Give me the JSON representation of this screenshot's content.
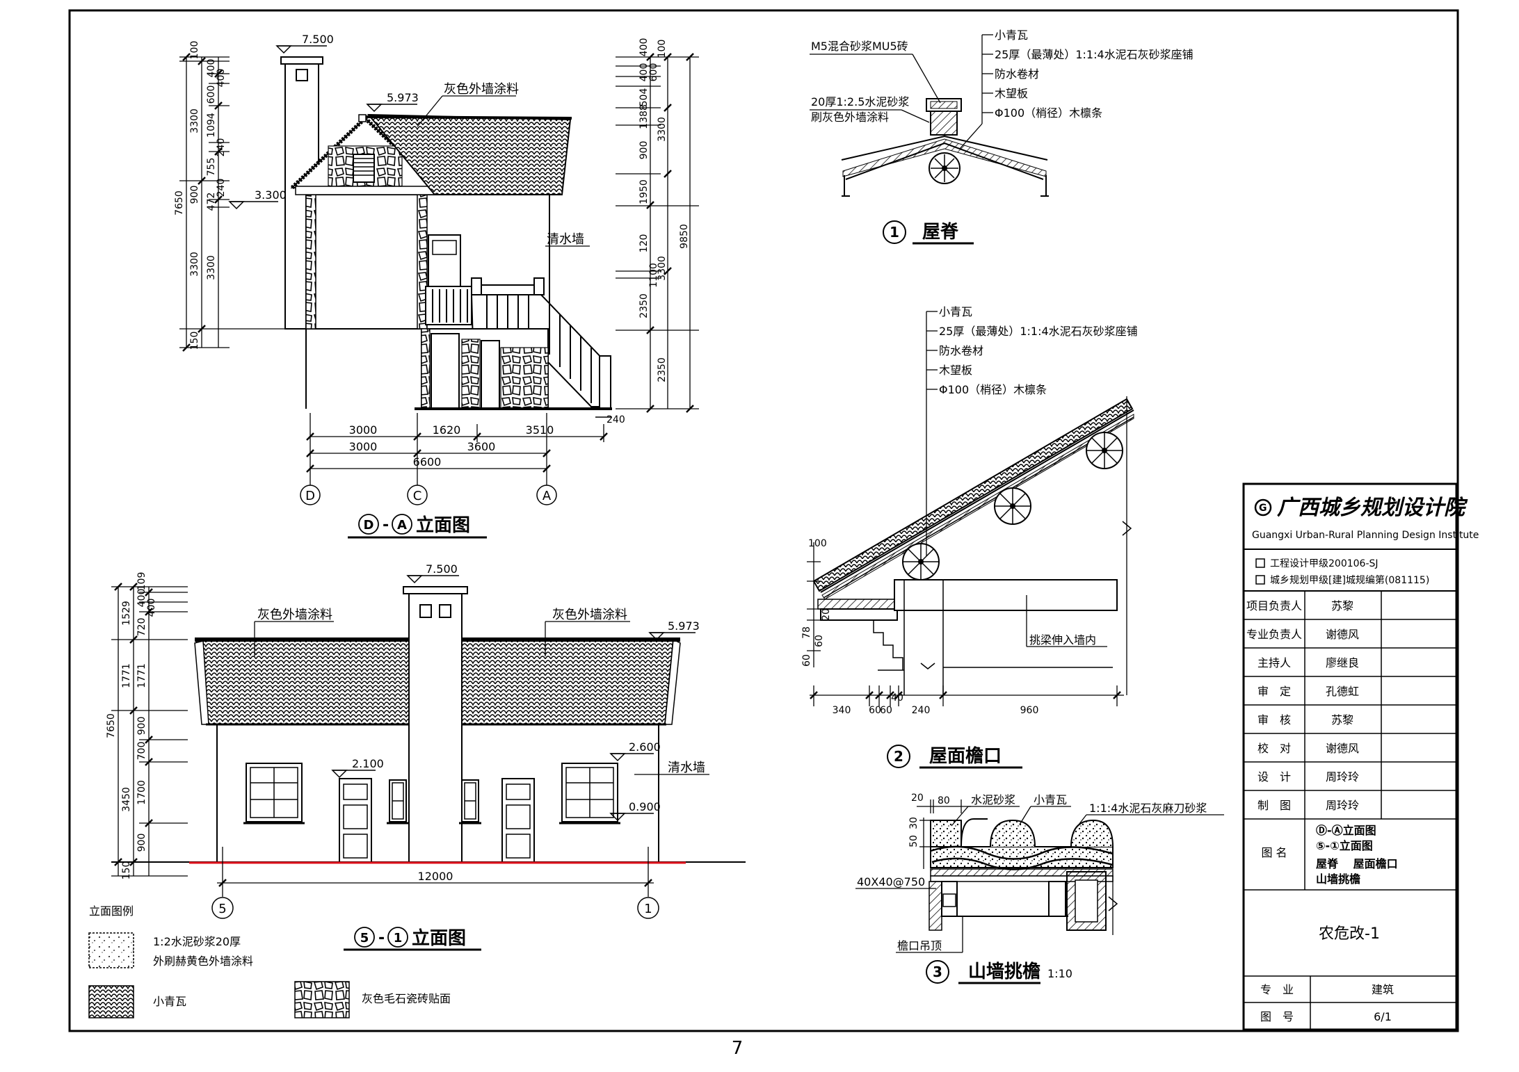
{
  "elev_da": {
    "title_prefix": "D",
    "title_mid": "A",
    "title_suffix": "立面图",
    "note_paint": "灰色外墙涂料",
    "note_wall": "清水墙",
    "lvl_top": "7.500",
    "lvl_ridge": "5.973",
    "lvl_mid": "3.300",
    "left_dims_outer": [
      "7650"
    ],
    "left_dims_mid": [
      "100",
      "3300",
      "3300",
      "150"
    ],
    "left_dims_inner": [
      "400",
      "400",
      "600",
      "1094",
      "240",
      "755",
      "472",
      "900",
      "240",
      "3300"
    ],
    "right_dims_outer": [
      "9850"
    ],
    "right_dims_mid": [
      "100",
      "3300",
      "3300",
      "2350"
    ],
    "right_dims_inner": [
      "400",
      "400",
      "600",
      "504",
      "1388",
      "900",
      "1950",
      "120",
      "1100",
      "2350"
    ],
    "right_dim_small": "240",
    "bottom_row1": [
      "3000",
      "1620",
      "3510"
    ],
    "bottom_row2": [
      "3000",
      "3600"
    ],
    "bottom_row3": [
      "6600"
    ],
    "axes": [
      "D",
      "C",
      "A"
    ]
  },
  "elev_51": {
    "title_prefix": "5",
    "title_mid": "1",
    "title_suffix": "立面图",
    "note_paint_left": "灰色外墙涂料",
    "note_paint_right": "灰色外墙涂料",
    "note_wall": "清水墙",
    "lvl_top": "7.500",
    "lvl_ridge": "5.973",
    "lvl_door": "2.100",
    "lvl_win": "2.600",
    "lvl_sill": "0.900",
    "left_dims_outer": [
      "7650"
    ],
    "left_dims_mid": [
      "1529",
      "1771",
      "3450",
      "150"
    ],
    "left_dims_inner": [
      "109",
      "400",
      "400",
      "720",
      "1771",
      "900",
      "700",
      "1700",
      "900"
    ],
    "bottom_dim": "12000",
    "axes": [
      "5",
      "1"
    ]
  },
  "legend": {
    "title": "立面图例",
    "item1_line1": "1:2水泥砂浆20厚",
    "item1_line2": "外刷赫黄色外墙涂料",
    "item2": "小青瓦",
    "item3": "灰色毛石瓷砖贴面"
  },
  "detail1": {
    "num": "1",
    "title": "屋脊",
    "callouts": [
      "小青瓦",
      "25厚（最薄处）1:1:4水泥石灰砂浆座铺",
      "防水卷材",
      "木望板",
      "Φ100（梢径）木檩条"
    ],
    "left_note1": "M5混合砂浆MU5砖",
    "left_note2": "20厚1:2.5水泥砂浆",
    "left_note3": "刷灰色外墙涂料"
  },
  "detail2": {
    "num": "2",
    "title": "屋面檐口",
    "callouts": [
      "小青瓦",
      "25厚（最薄处）1:1:4水泥石灰砂浆座铺",
      "防水卷材",
      "木望板",
      "Φ100（梢径）木檩条"
    ],
    "beam_note": "挑梁伸入墙内",
    "dims_bottom": [
      "340",
      "60",
      "60",
      "40",
      "240",
      "960"
    ],
    "dims_left": [
      "100",
      "20",
      "78",
      "60",
      "60"
    ]
  },
  "detail3": {
    "num": "3",
    "title": "山墙挑檐",
    "scale": "1:10",
    "notes": [
      "水泥砂浆",
      "小青瓦",
      "1:1:4水泥石灰麻刀砂浆"
    ],
    "dims": [
      "20",
      "80",
      "50",
      "30"
    ],
    "purlin": "40X40@750",
    "ceiling": "檐口吊顶"
  },
  "titleblock": {
    "logo_cn": "广西城乡规划设计院",
    "logo_en": "Guangxi Urban-Rural Planning Design Institute",
    "cert1": "工程设计甲级200106-SJ",
    "cert2": "城乡规划甲级[建]城规编第(081115)",
    "rows": [
      {
        "role": "项目负责人",
        "name": "苏黎"
      },
      {
        "role": "专业负责人",
        "name": "谢德风"
      },
      {
        "role": "主持人",
        "name": "廖继良"
      },
      {
        "role": "审　定",
        "name": "孔德虹"
      },
      {
        "role": "审　核",
        "name": "苏黎"
      },
      {
        "role": "校　对",
        "name": "谢德风"
      },
      {
        "role": "设　计",
        "name": "周玲玲"
      },
      {
        "role": "制　图",
        "name": "周玲玲"
      }
    ],
    "figname_label": "图 名",
    "figname_line1": "Ⓓ-Ⓐ立面图",
    "figname_line2": "⑤-①立面图",
    "figname_line3": "屋脊　 屋面檐口",
    "figname_line4": "山墙挑檐",
    "project": "农危改-1",
    "spec_label": "专　业",
    "spec_value": "建筑",
    "drawno_label": "图　号",
    "drawno_value": "6/1"
  },
  "page_number": "7",
  "colors": {
    "ground_line": "#e0141e",
    "ink": "#000000"
  }
}
